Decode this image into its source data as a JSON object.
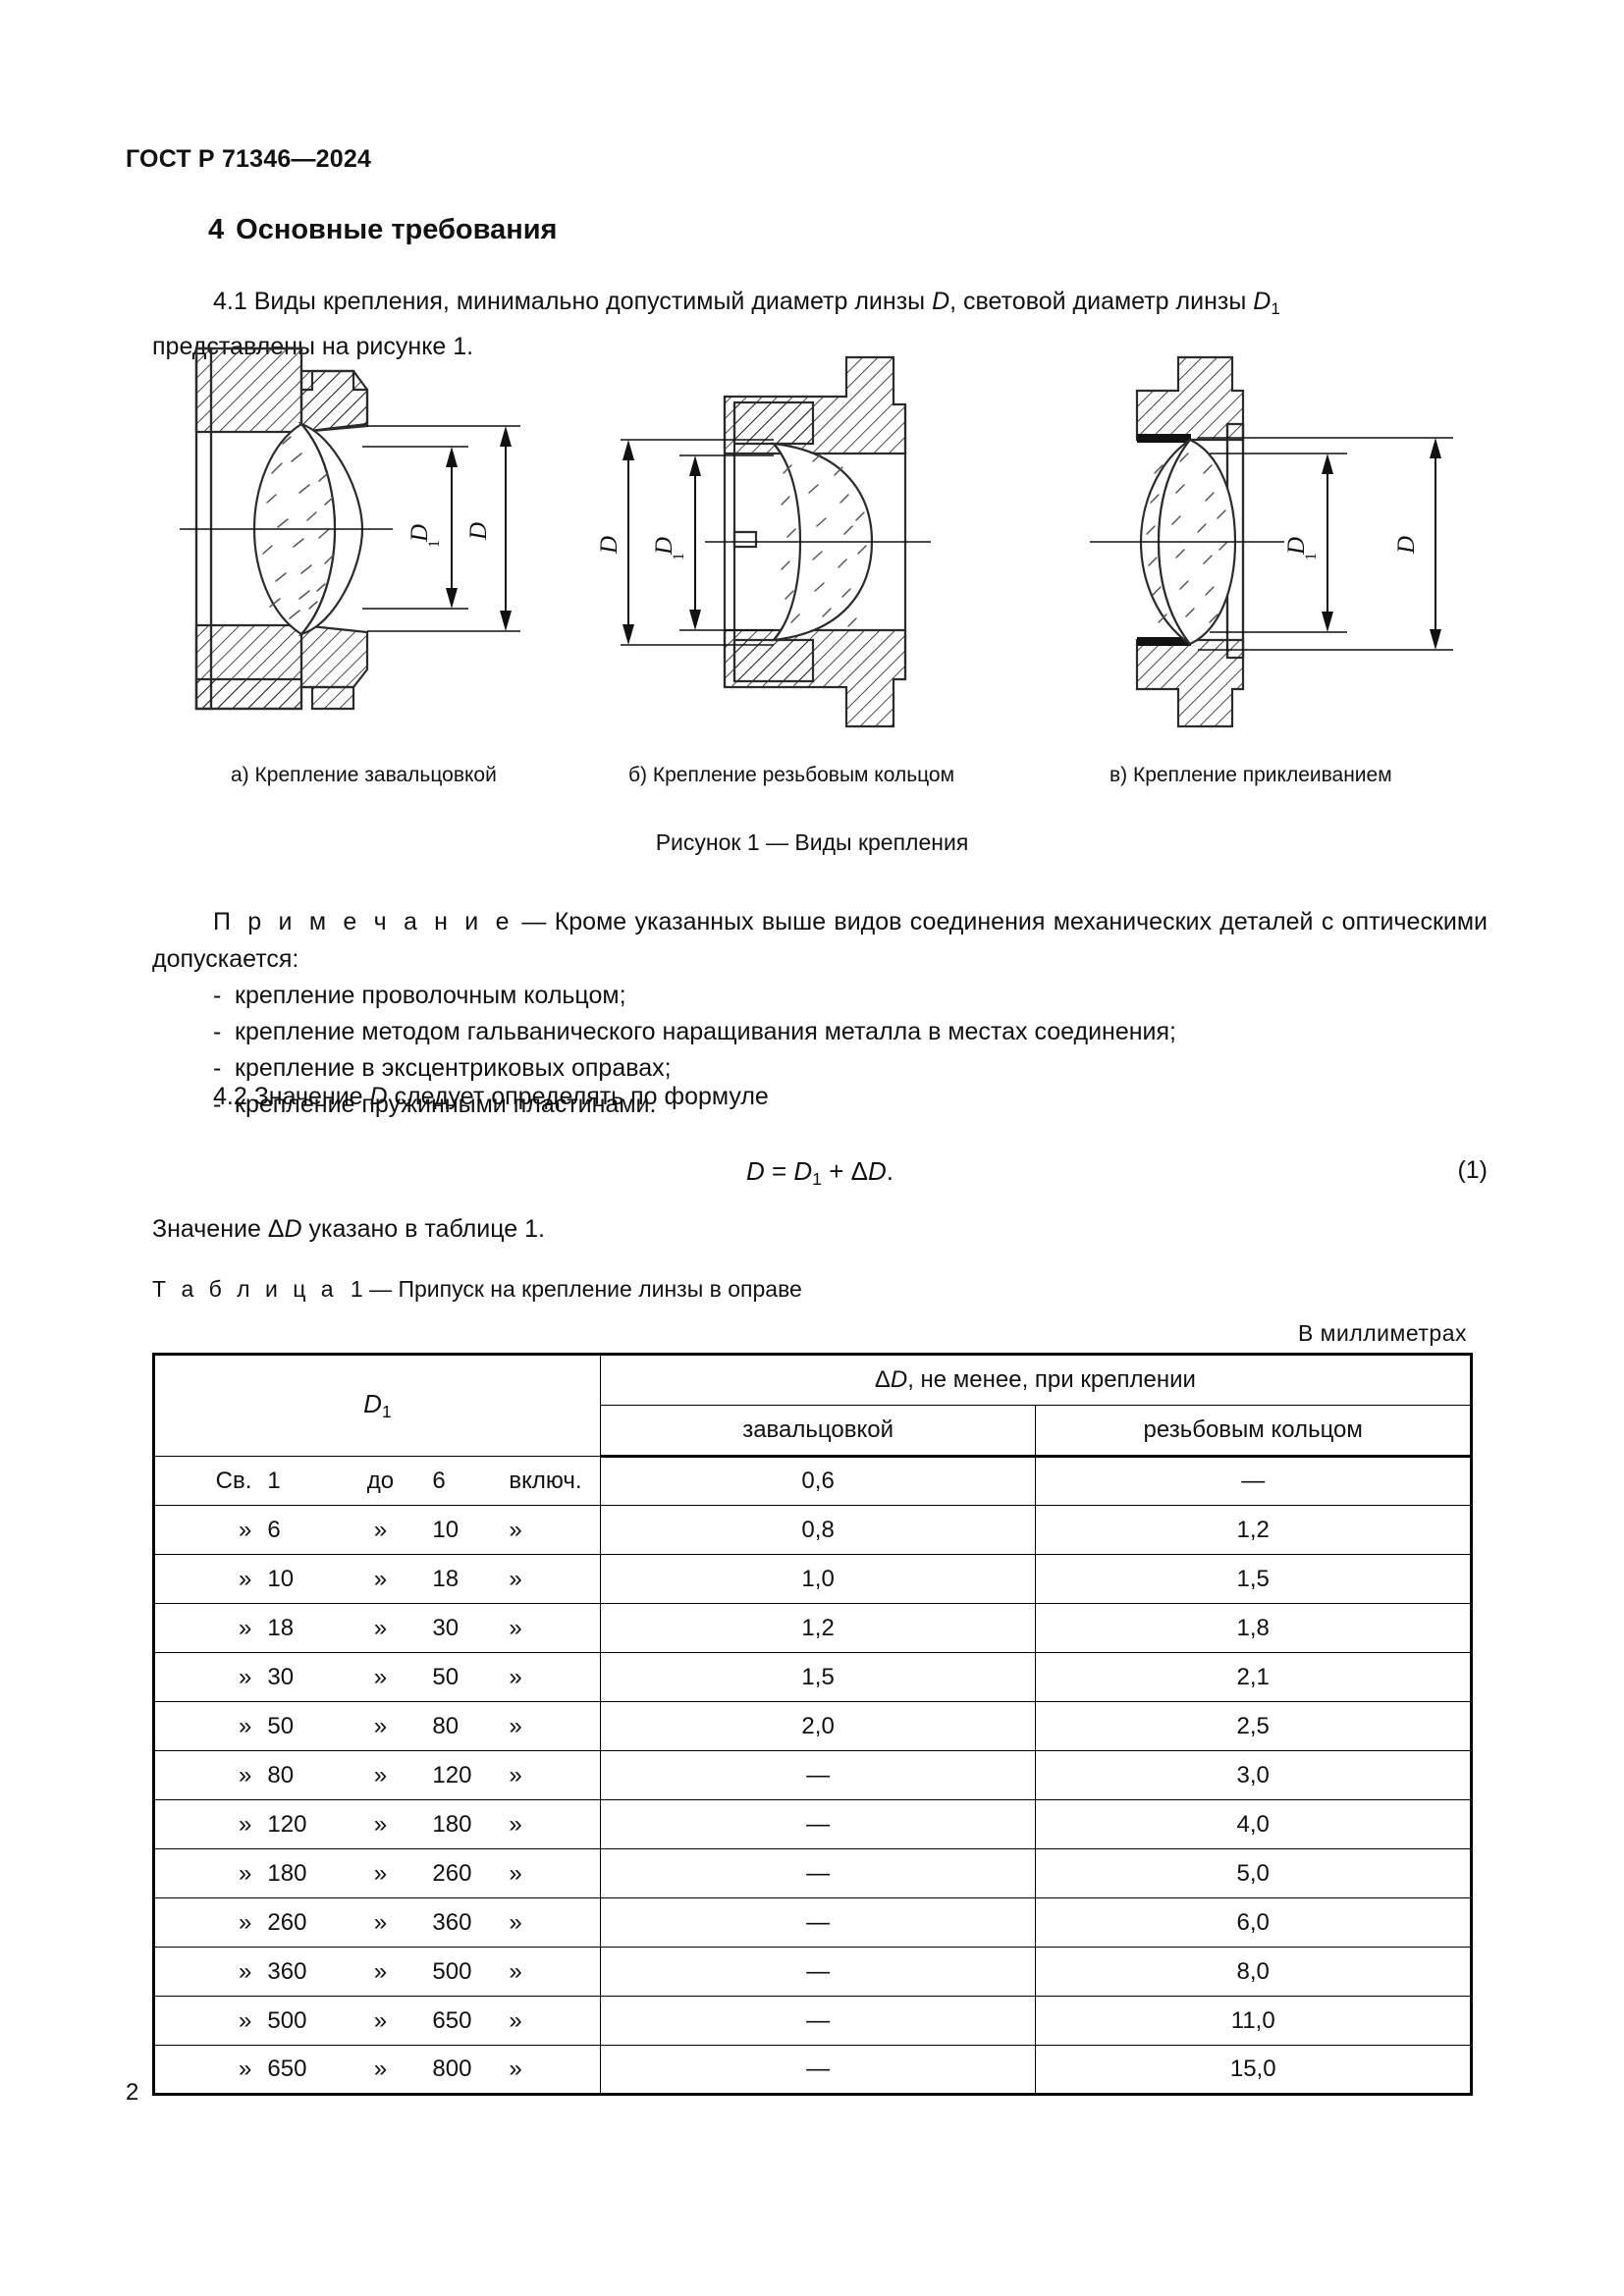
{
  "header": {
    "standard": "ГОСТ Р 71346—2024"
  },
  "section": {
    "number": "4",
    "title": "Основные требования"
  },
  "paragraphs": {
    "p41_a": "4.1  Виды крепления, минимально допустимый диаметр линзы ",
    "p41_b": ", световой диаметр линзы ",
    "p41_c": "представлены на рисунке 1.",
    "sym_D": "D",
    "sym_D1": "D",
    "sym_D1_sub": "1"
  },
  "figure": {
    "captions": [
      {
        "label": "а)",
        "text": "Крепление завальцовкой"
      },
      {
        "label": "б)",
        "text": "Крепление резьбовым кольцом"
      },
      {
        "label": "в)",
        "text": "Крепление приклеиванием"
      }
    ],
    "dim_labels": {
      "outer": "D",
      "clear": "D",
      "clear_sub": "1"
    },
    "title": "Рисунок 1 — Виды крепления"
  },
  "note": {
    "lead": "П р и м е ч а н и е",
    "dash": "—",
    "body": "Кроме указанных выше видов соединения механических деталей с оптическими допускается:",
    "bullet_dash": "-",
    "items": [
      "крепление проволочным кольцом;",
      "крепление методом гальванического наращивания металла в местах соединения;",
      "крепление в эксцентриковых оправах;",
      "крепление пружинными пластинами."
    ]
  },
  "clause42": {
    "lead": "4.2  Значение ",
    "sym": "D",
    "tail": " следует определять по формуле",
    "formula_lhs": "D",
    "formula_eq": " = ",
    "formula_rhs_base": "D",
    "formula_rhs_sub": "1",
    "formula_plus": " + Δ",
    "formula_delta_var": "D",
    "formula_period": ".",
    "formula_number": "(1)",
    "after": {
      "lead": "Значение Δ",
      "sym": "D",
      "tail": " указано в таблице 1."
    }
  },
  "table": {
    "ref_prefix": "Т а б л и ц а",
    "ref_number": "1",
    "ref_dash": "—",
    "ref_title": "Припуск на крепление линзы в оправе",
    "units": "В  миллиметрах",
    "headers": {
      "col1": "D",
      "col1_sub": "1",
      "span": "ΔD, не менее, при креплении",
      "span_delta": "Δ",
      "span_var": "D",
      "span_rest": ", не менее, при креплении",
      "sub1": "завальцовкой",
      "sub2": "резьбовым кольцом"
    },
    "rows": [
      {
        "from_word": "Св.",
        "from": "1",
        "to_word": "до",
        "to": "6",
        "incl": "включ.",
        "zavalcovkoy": "0,6",
        "rezbovym": "—"
      },
      {
        "from_word": "»",
        "from": "6",
        "to_word": "»",
        "to": "10",
        "incl": "»",
        "zavalcovkoy": "0,8",
        "rezbovym": "1,2"
      },
      {
        "from_word": "»",
        "from": "10",
        "to_word": "»",
        "to": "18",
        "incl": "»",
        "zavalcovkoy": "1,0",
        "rezbovym": "1,5"
      },
      {
        "from_word": "»",
        "from": "18",
        "to_word": "»",
        "to": "30",
        "incl": "»",
        "zavalcovkoy": "1,2",
        "rezbovym": "1,8"
      },
      {
        "from_word": "»",
        "from": "30",
        "to_word": "»",
        "to": "50",
        "incl": "»",
        "zavalcovkoy": "1,5",
        "rezbovym": "2,1"
      },
      {
        "from_word": "»",
        "from": "50",
        "to_word": "»",
        "to": "80",
        "incl": "»",
        "zavalcovkoy": "2,0",
        "rezbovym": "2,5"
      },
      {
        "from_word": "»",
        "from": "80",
        "to_word": "»",
        "to": "120",
        "incl": "»",
        "zavalcovkoy": "—",
        "rezbovym": "3,0"
      },
      {
        "from_word": "»",
        "from": "120",
        "to_word": "»",
        "to": "180",
        "incl": "»",
        "zavalcovkoy": "—",
        "rezbovym": "4,0"
      },
      {
        "from_word": "»",
        "from": "180",
        "to_word": "»",
        "to": "260",
        "incl": "»",
        "zavalcovkoy": "—",
        "rezbovym": "5,0"
      },
      {
        "from_word": "»",
        "from": "260",
        "to_word": "»",
        "to": "360",
        "incl": "»",
        "zavalcovkoy": "—",
        "rezbovym": "6,0"
      },
      {
        "from_word": "»",
        "from": "360",
        "to_word": "»",
        "to": "500",
        "incl": "»",
        "zavalcovkoy": "—",
        "rezbovym": "8,0"
      },
      {
        "from_word": "»",
        "from": "500",
        "to_word": "»",
        "to": "650",
        "incl": "»",
        "zavalcovkoy": "—",
        "rezbovym": "11,0"
      },
      {
        "from_word": "»",
        "from": "650",
        "to_word": "»",
        "to": "800",
        "incl": "»",
        "zavalcovkoy": "—",
        "rezbovym": "15,0"
      }
    ]
  },
  "footer": {
    "page_number": "2"
  }
}
